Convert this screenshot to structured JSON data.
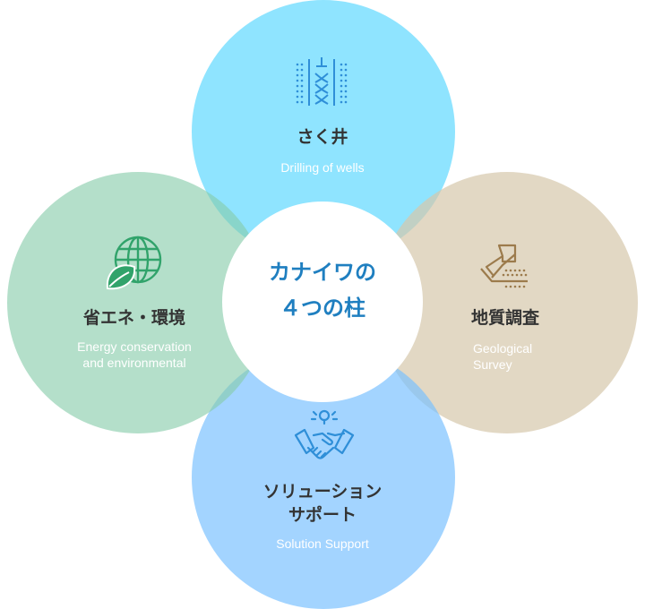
{
  "center": {
    "line1": "カナイワの",
    "line2": "４つの柱"
  },
  "pillars": {
    "drilling": {
      "title": "さく井",
      "subtitle": "Drilling of wells",
      "icon": "well-drilling-icon",
      "color": "#70ddff"
    },
    "geology": {
      "title": "地質調査",
      "subtitle_line1": "Geological",
      "subtitle_line2": "Survey",
      "icon": "excavator-icon",
      "color": "#d5c7ab"
    },
    "solution": {
      "title_line1": "ソリューション",
      "title_line2": "サポート",
      "subtitle": "Solution Support",
      "icon": "handshake-icon",
      "color": "#78bfff"
    },
    "energy": {
      "title": "省エネ・環境",
      "subtitle_line1": "Energy conservation",
      "subtitle_line2": "and environmental",
      "icon": "globe-leaf-icon",
      "color": "#86cbaa"
    }
  }
}
